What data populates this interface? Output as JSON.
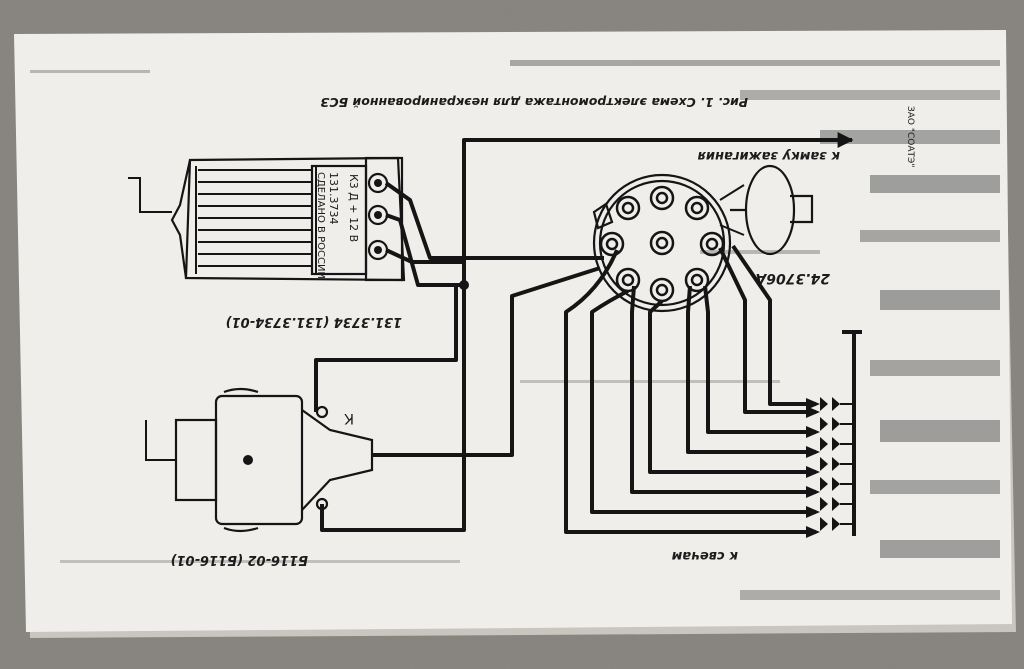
{
  "caption": "Рис. 1. Схема электромонтажа для неэкранированной БСЗ",
  "ignition_label": "к замку зажигания",
  "plugs_label": "к свечам",
  "distributor": {
    "code": "24.3706А"
  },
  "switch_unit": {
    "code": "131.3734 (131.3734-01)",
    "inscription_1": "131.3734",
    "inscription_2": "СДЕЛАНО В РОССИИ",
    "terminal_labels": "К3  Д  + 12 В"
  },
  "coil": {
    "code": "Б116-02 (Б116-01)",
    "terminal_label": "К"
  },
  "vendor_stamp": "ЗАО \"СОАТЭ\""
}
